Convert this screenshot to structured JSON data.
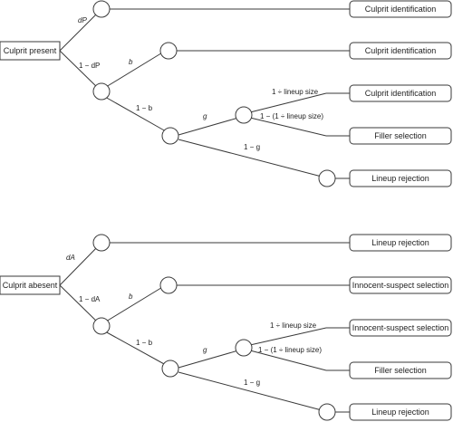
{
  "trees": [
    {
      "root_label": "Culprit present",
      "outcomes": [
        "Culprit identification",
        "Culprit identification",
        "Culprit identification",
        "Filler selection",
        "Lineup rejection"
      ],
      "edge_labels": {
        "p1": "dP",
        "p2": "1 − dP",
        "b": "b",
        "nb": "1 − b",
        "g": "g",
        "ng": "1 − g",
        "s": "1 ÷ lineup size",
        "ns": "1 − (1 ÷ lineup size)"
      }
    },
    {
      "root_label": "Culprit abesent",
      "outcomes": [
        "Lineup rejection",
        "Innocent-suspect selection",
        "Innocent-suspect selection",
        "Filler selection",
        "Lineup rejection"
      ],
      "edge_labels": {
        "p1": "dA",
        "p2": "1 − dA",
        "b": "b",
        "nb": "1 − b",
        "g": "g",
        "ng": "1 − g",
        "s": "1 ÷ lineup size",
        "ns": "1 − (1 ÷ lineup size)"
      }
    }
  ]
}
